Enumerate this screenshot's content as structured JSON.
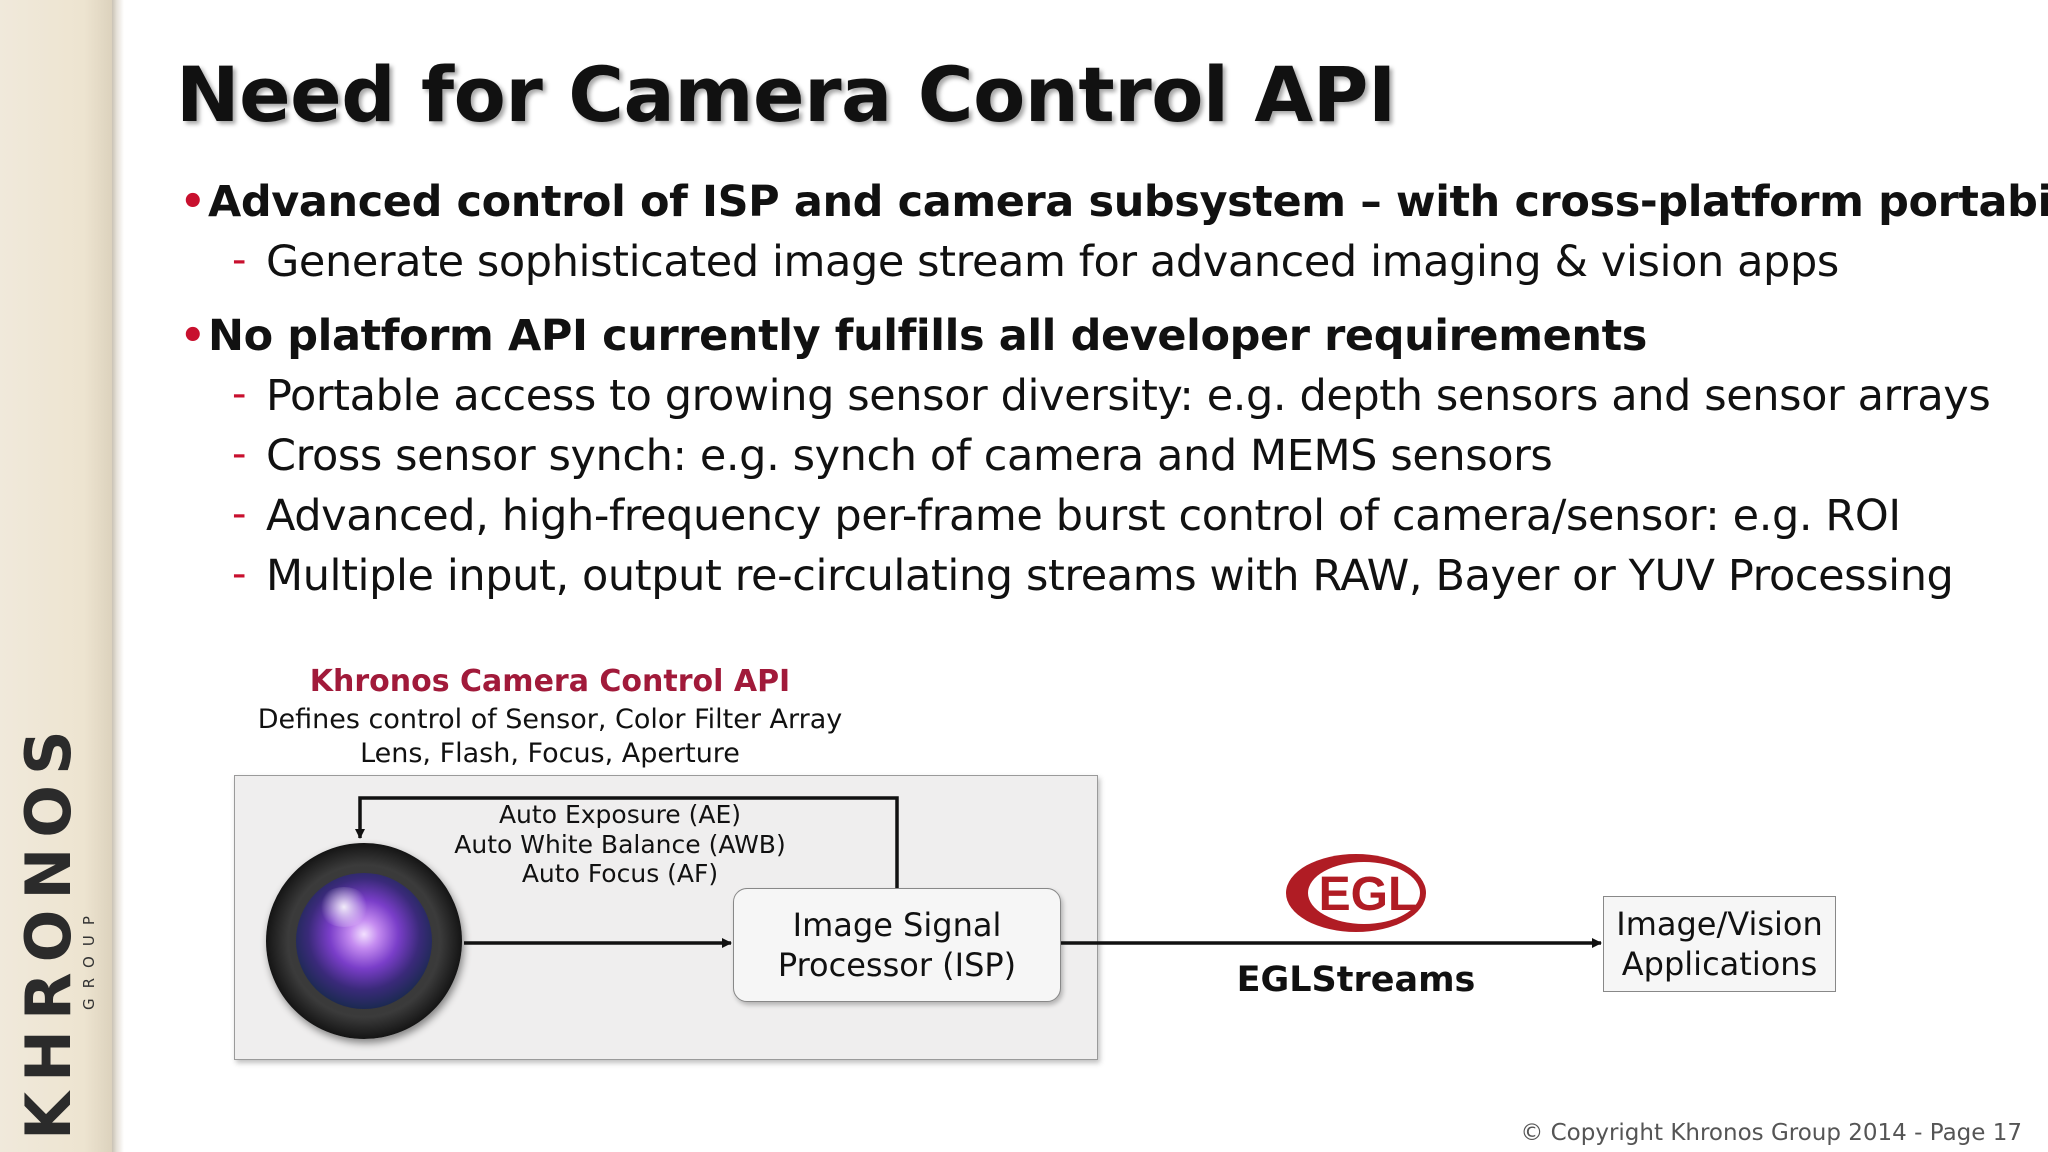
{
  "sidebar": {
    "logo_text": "KHRONOS",
    "logo_subtext": "GROUP",
    "logo_colors": {
      "accent": "#c8102e",
      "text": "#2b2b2b"
    }
  },
  "slide": {
    "title": "Need for Camera Control API",
    "bullets": [
      {
        "text": "Advanced control of ISP and camera subsystem – with cross-platform portability",
        "subs": [
          "Generate sophisticated image stream for advanced imaging & vision apps"
        ]
      },
      {
        "text": "No platform API currently fulfills all developer requirements",
        "subs": [
          "Portable access to growing sensor diversity: e.g. depth sensors and sensor arrays",
          "Cross sensor synch: e.g. synch of camera and MEMS sensors",
          "Advanced, high-frequency per-frame burst control of camera/sensor: e.g. ROI",
          "Multiple input, output re-circulating streams with RAW, Bayer or YUV Processing"
        ]
      }
    ]
  },
  "diagram": {
    "api_title": "Khronos Camera Control API",
    "api_desc_line1": "Defines control of Sensor, Color Filter Array",
    "api_desc_line2": "Lens, Flash, Focus, Aperture",
    "feedback_lines": [
      "Auto Exposure (AE)",
      "Auto White Balance (AWB)",
      "Auto Focus (AF)"
    ],
    "isp_line1": "Image Signal",
    "isp_line2": "Processor (ISP)",
    "egl_logo_text": "EGL",
    "egl_streams": "EGLStreams",
    "apps_line1": "Image/Vision",
    "apps_line2": "Applications",
    "colors": {
      "api_title": "#a11a3a",
      "egl_red": "#b01c24",
      "lens_purple": "#7a3ec9"
    }
  },
  "footer": {
    "copyright": "© Copyright Khronos Group 2014 - Page 17"
  }
}
